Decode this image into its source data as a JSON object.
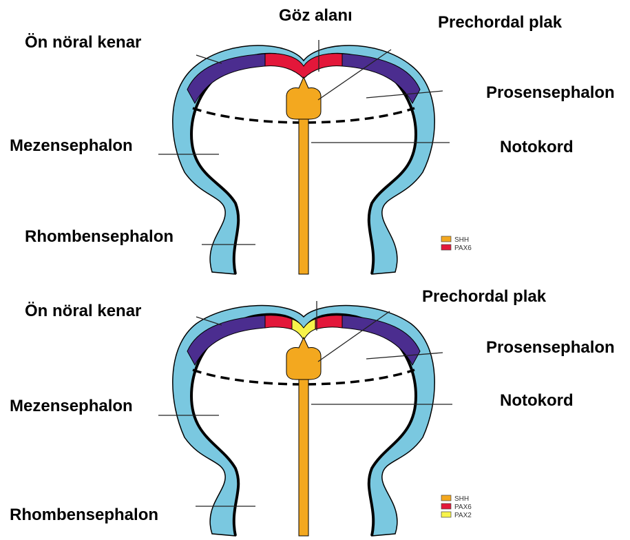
{
  "colors": {
    "ectoderm": "#7ac8e0",
    "forebrain": "#4b2d8f",
    "pax6": "#e3173a",
    "shh": "#f3a81f",
    "pax2": "#f7f34a",
    "outline": "#000000"
  },
  "top_panel": {
    "labels": {
      "eye_field": "Göz alanı",
      "prechordal_plate": "Prechordal plak",
      "anterior_neural_ridge": "Ön nöral kenar",
      "prosencephalon": "Prosensephalon",
      "mesencephalon": "Mezensephalon",
      "notochord": "Notokord",
      "rhombencephalon": "Rhombensephalon"
    },
    "legend": [
      {
        "name": "SHH",
        "color": "#f3a81f"
      },
      {
        "name": "PAX6",
        "color": "#e3173a"
      }
    ]
  },
  "bottom_panel": {
    "labels": {
      "prechordal_plate": "Prechordal plak",
      "anterior_neural_ridge": "Ön nöral kenar",
      "prosencephalon": "Prosensephalon",
      "mesencephalon": "Mezensephalon",
      "notochord": "Notokord",
      "rhombencephalon": "Rhombensephalon"
    },
    "legend": [
      {
        "name": "SHH",
        "color": "#f3a81f"
      },
      {
        "name": "PAX6",
        "color": "#e3173a"
      },
      {
        "name": "PAX2",
        "color": "#f7f34a"
      }
    ]
  }
}
